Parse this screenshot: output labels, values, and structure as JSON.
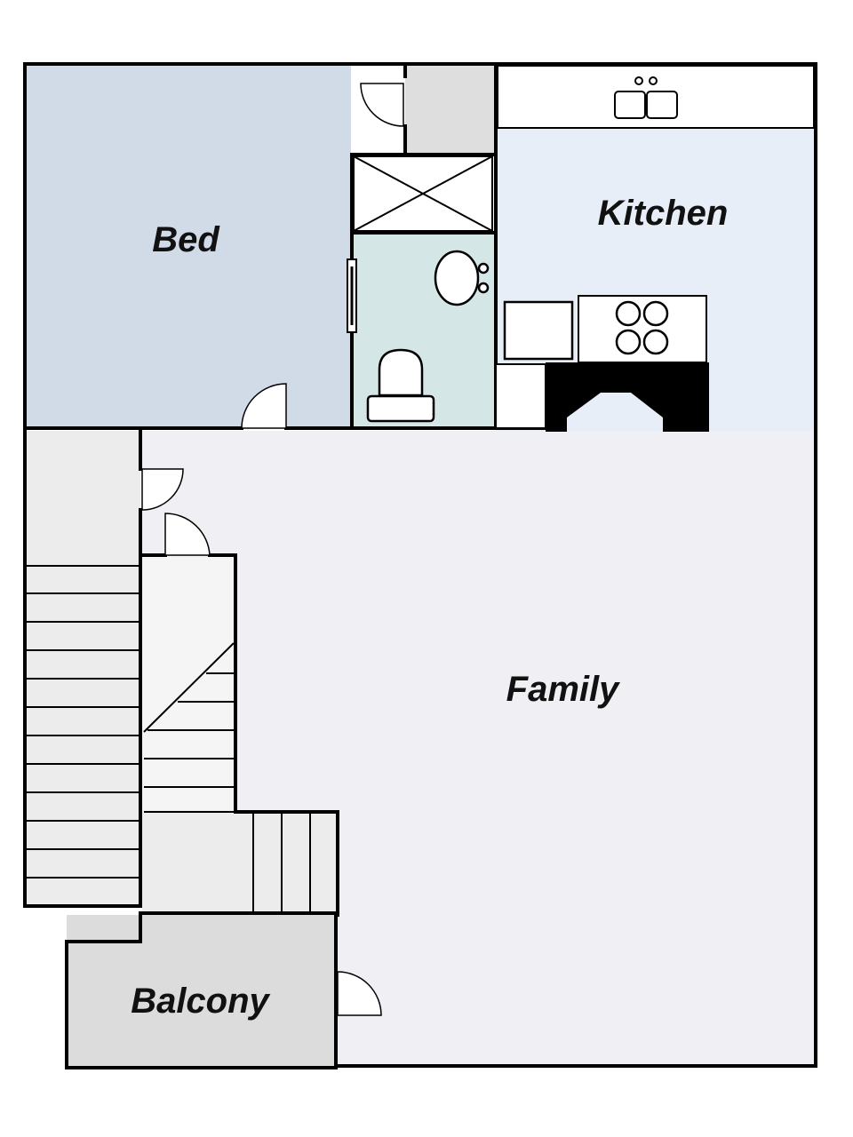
{
  "rooms": {
    "bed": "Bed",
    "kitchen": "Kitchen",
    "family": "Family",
    "balcony": "Balcony"
  },
  "colors": {
    "bed": "#d1dbe8",
    "kitchen": "#e8eef7",
    "family": "#efeff4",
    "bath": "#d5e6e6",
    "balcony": "#dcdcdc",
    "closet": "#dedede",
    "stair": "#ececec",
    "wall": "#000000"
  },
  "icons": [
    "door-swing-icon",
    "sink-icon",
    "toilet-icon",
    "stove-icon",
    "double-sink-icon",
    "shower-icon"
  ]
}
